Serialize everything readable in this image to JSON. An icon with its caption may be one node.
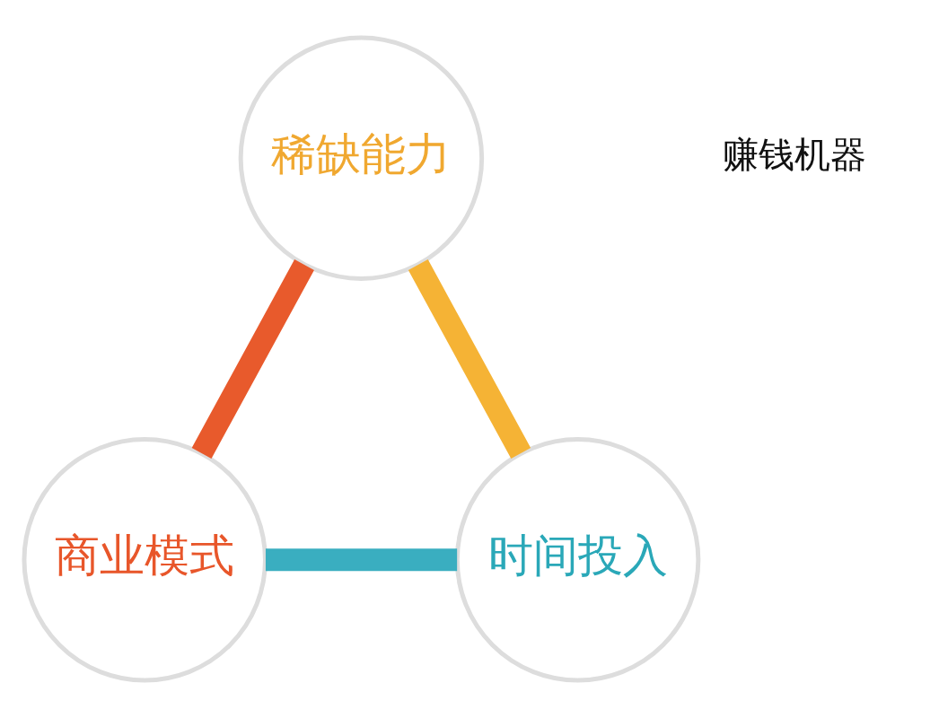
{
  "diagram": {
    "nodes": [
      {
        "text": [
          "稀缺能力"
        ]
      },
      {
        "text": [
          "商业模式"
        ]
      },
      {
        "text": [
          "时间投入"
        ]
      }
    ],
    "edges": [
      {
        "from": 1,
        "to": 0,
        "arrow": "none",
        "color": "#e85a2c"
      },
      {
        "from": 0,
        "to": 2,
        "arrow": "none",
        "color": "#f5b335"
      },
      {
        "from": 1,
        "to": 2,
        "arrow": "none",
        "color": "#3aaec0"
      }
    ],
    "labels": [
      "赚钱机器"
    ]
  }
}
